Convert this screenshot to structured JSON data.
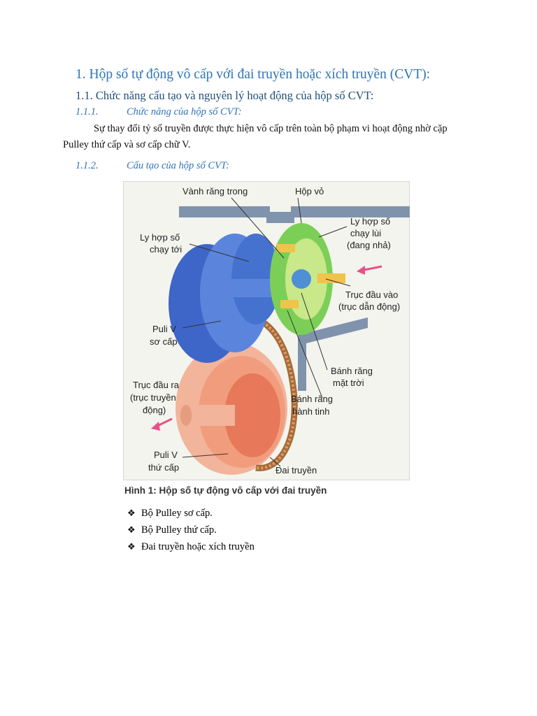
{
  "heading1": "1. Hộp số tự động vô cấp với đai truyền hoặc xích truyền (CVT):",
  "heading2": "1.1. Chức năng cấu tạo và nguyên lý hoạt động của hộp số CVT:",
  "sections": [
    {
      "number": "1.1.1.",
      "title": "Chức năng của hộp số CVT:"
    },
    {
      "number": "1.1.2.",
      "title": "Cấu tạo của hộp số CVT:"
    }
  ],
  "paragraph": "Sự thay đổi tỷ số truyền được thực hiện vô cấp trên toàn bộ phạm vi hoạt động nhờ cặp Pulley thứ cấp và sơ cấp chữ V.",
  "figure": {
    "labels": {
      "ring_gear": "Vành răng trong",
      "housing": "Hộp vỏ",
      "reverse_clutch_1": "Ly hợp số",
      "reverse_clutch_2": "chạy lùi",
      "reverse_clutch_3": "(đang nhả)",
      "forward_clutch_1": "Ly hợp số",
      "forward_clutch_2": "chạy tới",
      "input_shaft_1": "Trục đầu vào",
      "input_shaft_2": "(trục dẫn động)",
      "primary_pulley_1": "Puli V",
      "primary_pulley_2": "sơ cấp",
      "sun_gear_1": "Bánh răng",
      "sun_gear_2": "mặt trời",
      "output_shaft_1": "Trục đầu ra",
      "output_shaft_2": "(trục truyền",
      "output_shaft_3": "động)",
      "planet_gear_1": "Bánh răng",
      "planet_gear_2": "hành tinh",
      "secondary_pulley_1": "Puli V",
      "secondary_pulley_2": "thứ cấp",
      "belt": "Đai truyền"
    },
    "caption": "Hình 1: Hộp số tự động vô cấp với đai truyền"
  },
  "bullets": [
    "Bộ Pulley sơ cấp.",
    "Bộ Pulley thứ cấp.",
    "Đai truyền hoặc xích truyền"
  ],
  "bullet_symbol": "❖",
  "colors": {
    "heading": "#2e74b5",
    "primary_pulley": "#5b7fd1",
    "secondary_pulley": "#f0a58a",
    "planetary": "#7fcf5a",
    "housing": "#7d8fa6"
  }
}
